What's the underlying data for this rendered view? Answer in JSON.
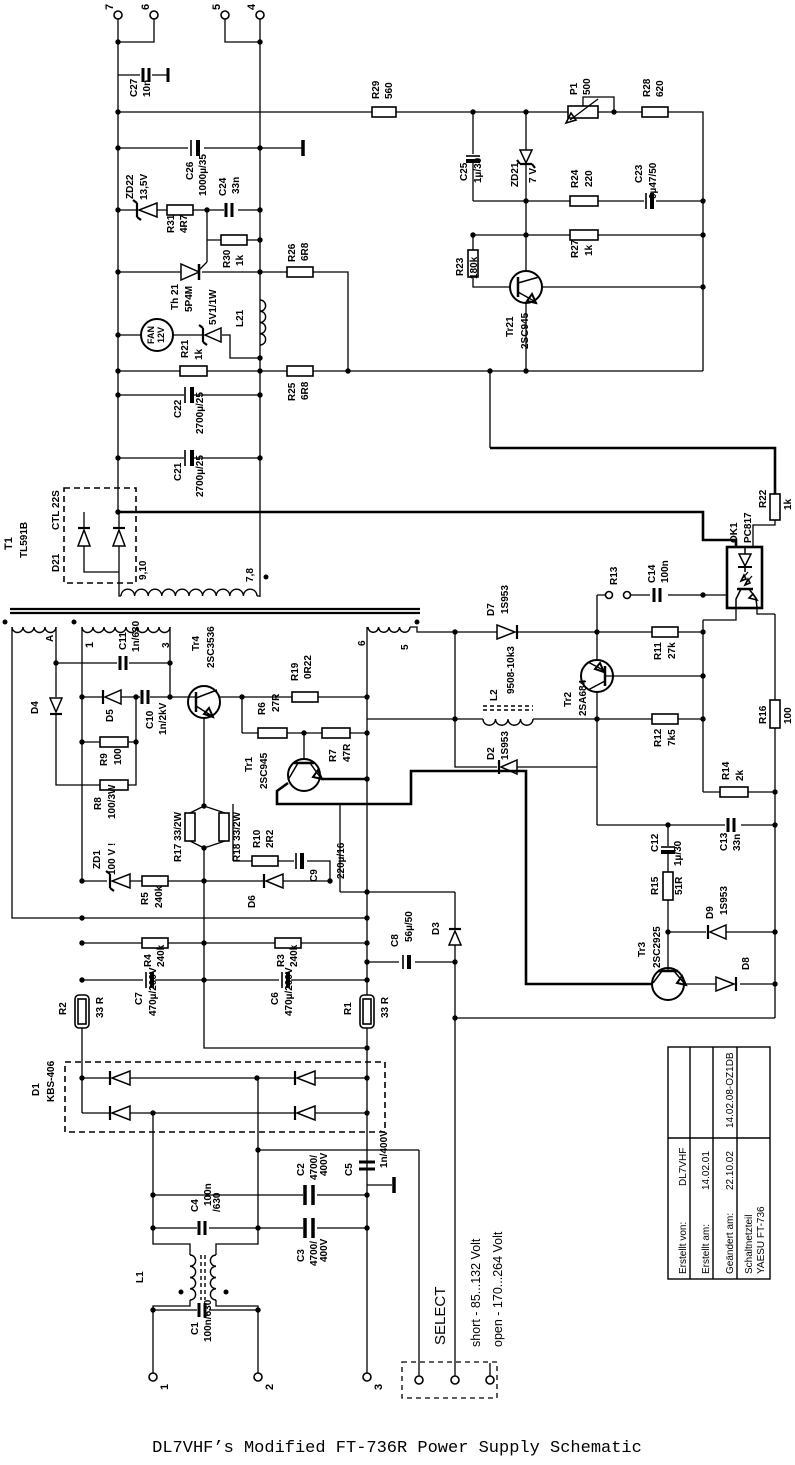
{
  "title": "DL7VHF’s Modified FT-736R Power Supply Schematic",
  "colors": {
    "ink": "#000000",
    "background": "#ffffff"
  },
  "select": {
    "title": "SELECT",
    "short_option": "short -  85...132 Volt",
    "open_option": "open - 170...264 Volt"
  },
  "titleblock": {
    "created_by_label": "Erstellt von:",
    "created_by": "DL7VHF",
    "created_on_label": "Erstellt am:",
    "created_on": "14.02.01",
    "changed_on_label": "Geändert am:",
    "changed_on": "22.10.02",
    "revision": "14.02.08-OZ1DB",
    "project_line1": "Schaltnetzteil",
    "project_line2": "YAESU  FT-736"
  },
  "L": {
    "t7": "7",
    "t6": "6",
    "t5": "5",
    "t4": "4",
    "b1": "1",
    "b2": "2",
    "b3": "3",
    "c27n": "C27",
    "c27v": "10n",
    "r29n": "R29",
    "r29v": "560",
    "p1n": "P1",
    "p1v": "500",
    "r28n": "R28",
    "r28v": "620",
    "c26n": "C26",
    "c26v": "1000µ/35",
    "zd22n": "ZD22",
    "zd22v": "13,5V",
    "r31n": "R31",
    "r31v": "4R7",
    "c24n": "C24",
    "c24v": "33n",
    "r30n": "R30",
    "r30v": "1k",
    "th21n": "Th 21",
    "th21v": "5P4M",
    "r26n": "R26",
    "r26v": "6R8",
    "c25n": "C25",
    "c25v": "1µ/30",
    "zd21n": "ZD21",
    "zd21v": "7 V",
    "r24n": "R24",
    "r24v": "220",
    "c23n": "C23",
    "c23v": "0µ47/50",
    "r27n": "R27",
    "r27v": "1k",
    "r23n": "R23",
    "r23v": "180k",
    "tr21n": "Tr21",
    "tr21v": "2SC945",
    "fan1": "FAN",
    "fan2": "12V",
    "zd5v": "5V1/1W",
    "l21": "L21",
    "r21n": "R21",
    "r21v": "1k",
    "r25n": "R25",
    "r25v": "6R8",
    "c22n": "C22",
    "c22v": "2700µ/25",
    "c21n": "C21",
    "c21v": "2700µ/25",
    "ctl": "CTL 22S",
    "d21": "D21",
    "t1n": "T1",
    "t1v": "TL591B",
    "w910": "9,10",
    "w78": "7,8",
    "wA": "A",
    "w1": "1",
    "w3": "3",
    "w6": "6",
    "w5": "5",
    "c11n": "C11",
    "c11v": "1n/630",
    "d4": "D4",
    "d5": "D5",
    "c10n": "C10",
    "c10v": "1n/2kV",
    "tr4n": "Tr4",
    "tr4v": "2SC3536",
    "r19n": "R19",
    "r19v": "0R22",
    "r9n": "R9",
    "r9v": "100",
    "r8n": "R8",
    "r8v": "100/3W",
    "r6n": "R6",
    "r6v": "27R",
    "r7n": "R7",
    "r7v": "47R",
    "tr1n": "Tr1",
    "tr1v": "2SC945",
    "r17": "R17  33/2W",
    "r18": "R18  33/2W",
    "zd1n": "ZD1",
    "zd1v": "100 V !",
    "r5n": "R5",
    "r5v": "240k",
    "d6": "D6",
    "r10n": "R10",
    "r10v": "2R2",
    "c9n": "C9",
    "c9v": "220µ/16",
    "d7n": "D7",
    "d7v": "1S953",
    "l2n": "L2",
    "l2v": "9508-10k3",
    "d2n": "D2",
    "d2v": "1S953",
    "tr2n": "Tr2",
    "tr2v": "2SA684",
    "r11n": "R11",
    "r11v": "27k",
    "r12n": "R12",
    "r12v": "7k5",
    "r13": "R13",
    "c14n": "C14",
    "c14v": "100n",
    "ok1n": "OK1",
    "ok1v": "PC817",
    "r22n": "R22",
    "r22v": "1k",
    "r16n": "R16",
    "r16v": "100",
    "r14n": "R14",
    "r14v": "2k",
    "c13n": "C13",
    "c13v": "33n",
    "c12n": "C12",
    "c12v": "1µ/30",
    "r15n": "R15",
    "r15v": "51R",
    "d9n": "D9",
    "d9v": "1S953",
    "d8": "D8",
    "tr3n": "Tr3",
    "tr3v": "2SC2925",
    "d3": "D3",
    "c8n": "C8",
    "c8v": "56µ/50",
    "r4n": "R4",
    "r4v": "240k",
    "r3n": "R3",
    "r3v": "240k",
    "c7n": "C7",
    "c7v": "470µ/200V",
    "c6n": "C6",
    "c6v": "470µ/200V",
    "r2n": "R2",
    "r2v": "33 R",
    "r1n": "R1",
    "r1v": "33 R",
    "d1n": "D1",
    "d1v": "KBS-406",
    "c2n": "C2",
    "c2v": "4700/",
    "c2v2": "400V",
    "c3n": "C3",
    "c3v": "4700/",
    "c3v2": "400V",
    "c5n": "C5",
    "c5v": "1n/400V",
    "c4n": "C4",
    "c4v": "100n",
    "c4v2": "/630",
    "l1": "L1",
    "c1n": "C1",
    "c1v": "100n/630"
  }
}
